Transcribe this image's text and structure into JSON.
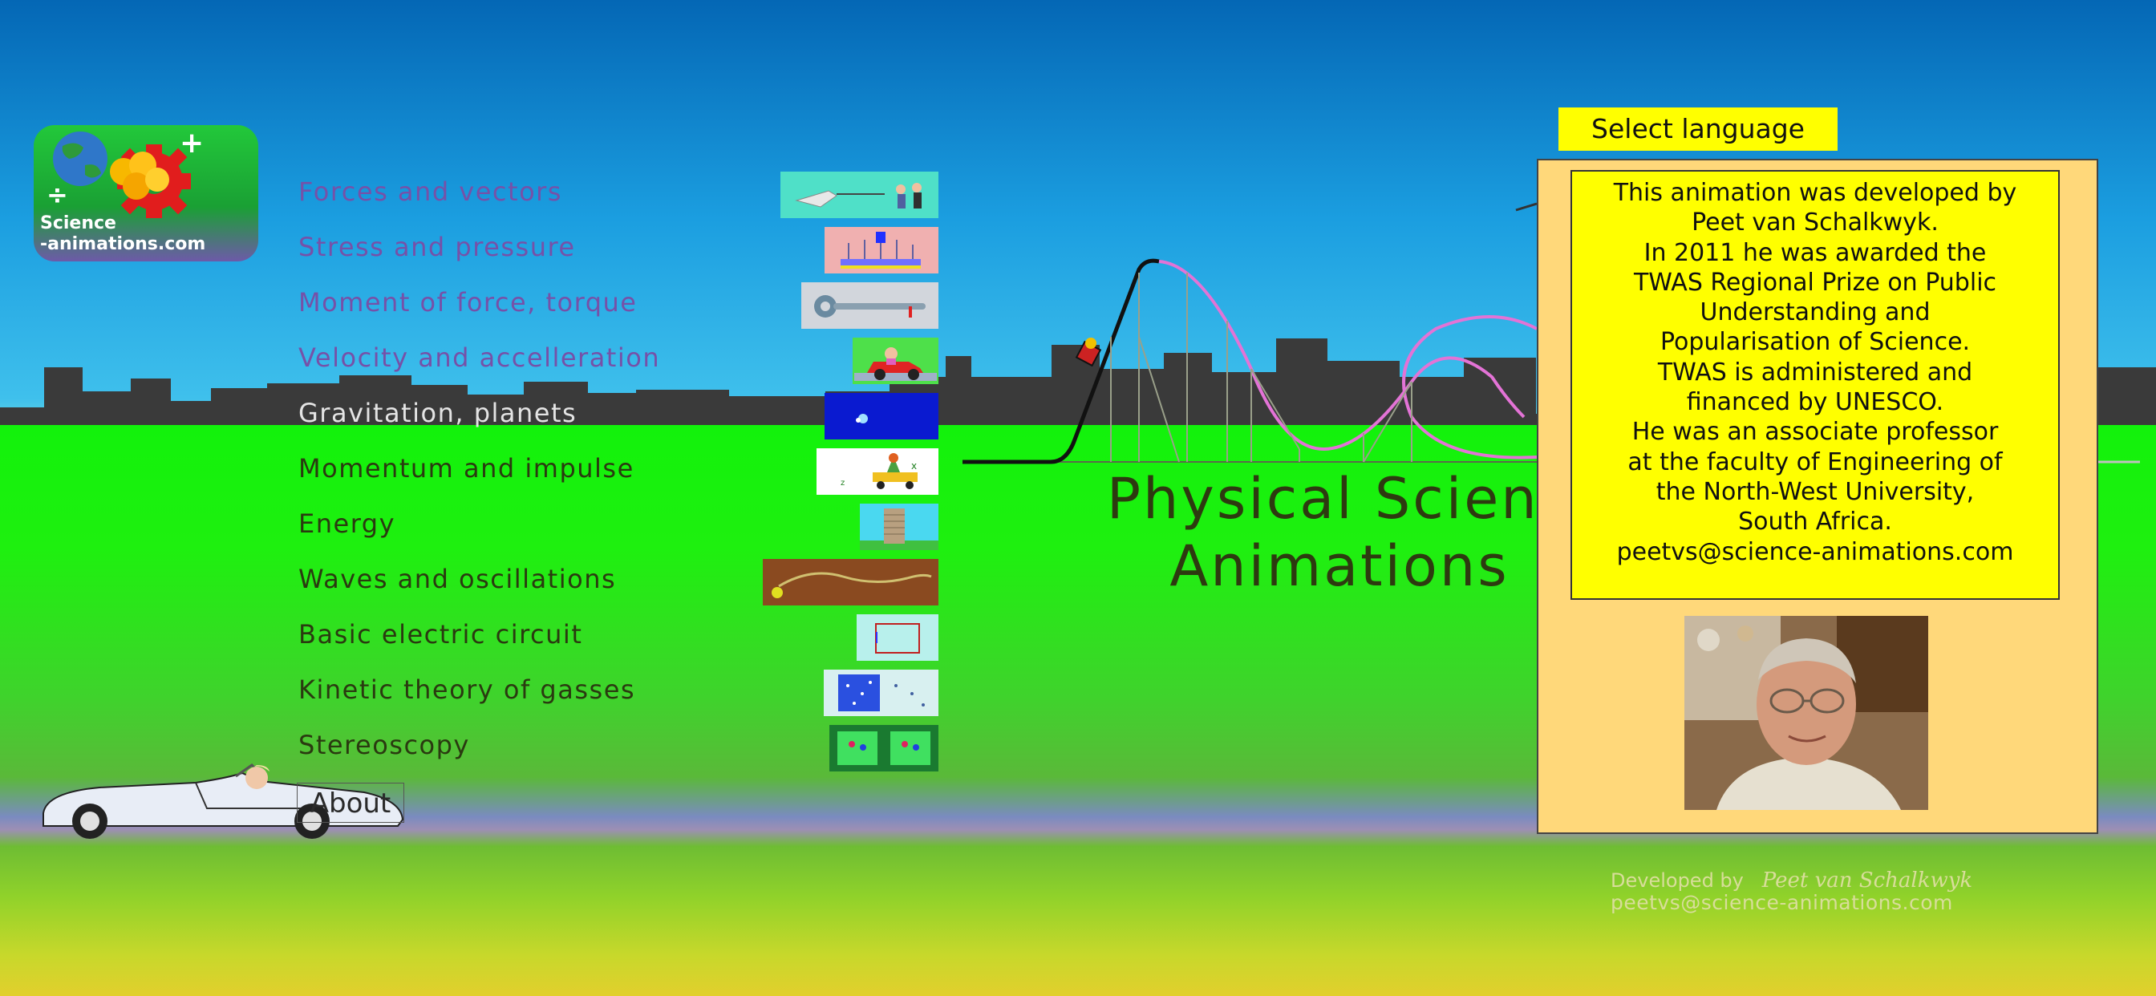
{
  "logo": {
    "line1": "Science",
    "line2": "-animations.com"
  },
  "topics": [
    {
      "label": "Forces and vectors"
    },
    {
      "label": "Stress and pressure"
    },
    {
      "label": "Moment of force, torque"
    },
    {
      "label": "Velocity and accelleration"
    },
    {
      "label": "Gravitation, planets"
    },
    {
      "label": "Momentum and impulse"
    },
    {
      "label": "Energy"
    },
    {
      "label": "Waves and oscillations"
    },
    {
      "label": "Basic electric circuit"
    },
    {
      "label": "Kinetic theory of gasses"
    },
    {
      "label": "Stereoscopy"
    }
  ],
  "title": {
    "line1": "Physical Scienc",
    "line2": "Animations"
  },
  "language_button": "Select language",
  "about_text": [
    "This animation was developed by",
    "Peet van Schalkwyk.",
    "In 2011 he was awarded the",
    "TWAS Regional Prize on Public",
    "Understanding and",
    "Popularisation of Science.",
    "TWAS is administered and",
    "financed by UNESCO.",
    "He was an associate professor",
    "at the faculty of Engineering of",
    "the North-West University,",
    "South Africa.",
    "peetvs@science-animations.com"
  ],
  "credit": {
    "prefix": "Developed by",
    "author": "Peet van Schalkwyk",
    "email": "peetvs@science-animations.com"
  },
  "about_link": "About",
  "colors": {
    "sky_top": "#0467b5",
    "grass": "#12f20b",
    "skyline": "#3a3a3a",
    "panel": "#ffd87a",
    "highlight": "#ffff00",
    "topic_sky": "#7651a8",
    "topic_ground": "#2a3a10"
  }
}
